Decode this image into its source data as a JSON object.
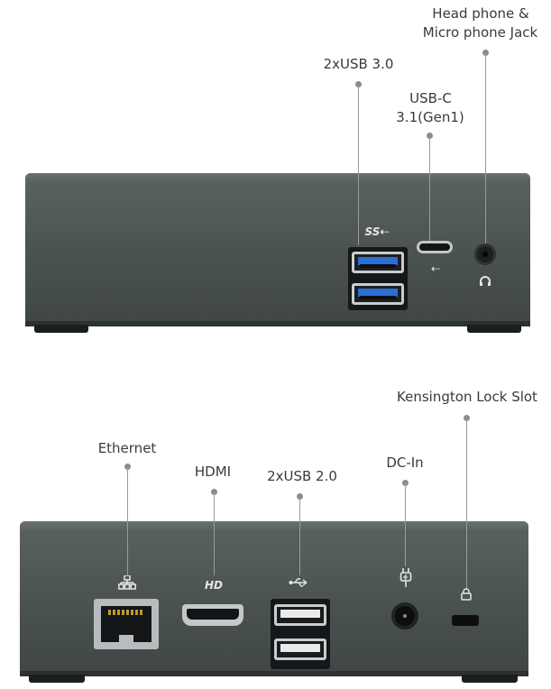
{
  "front": {
    "labels": {
      "headphone_line1": "Head phone &",
      "headphone_line2": "Micro phone Jack",
      "usb30": "2xUSB 3.0",
      "usbc_line1": "USB-C",
      "usbc_line2": "3.1(Gen1)"
    },
    "icons": {
      "usb3": "SS⇠",
      "usb": "⇠",
      "headset": "headset"
    }
  },
  "back": {
    "labels": {
      "kensington": "Kensington Lock Slot",
      "ethernet": "Ethernet",
      "hdmi": "HDMI",
      "usb20": "2xUSB 2.0",
      "dcin": "DC-In"
    },
    "icons": {
      "hdmi": "HD"
    }
  },
  "colors": {
    "body": "#4f5755",
    "usb3_blue": "#2a6fd6",
    "label_text": "#3a3a3a"
  }
}
